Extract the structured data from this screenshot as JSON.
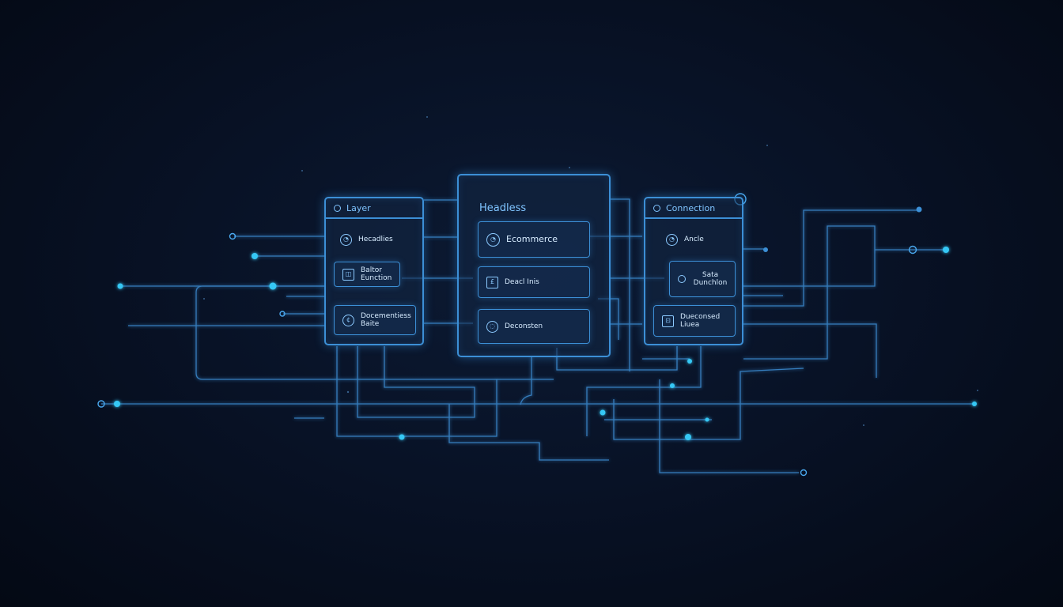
{
  "diagram": {
    "left_panel": {
      "title": "Layer",
      "items": [
        "Hecadlies",
        "Baltor Eunction",
        "Docementiess Baite"
      ]
    },
    "center_panel": {
      "title": "Headless",
      "items": [
        "Ecommerce",
        "Deacl Inis",
        "Deconsten"
      ]
    },
    "right_panel": {
      "title": "Connection",
      "items": [
        "Ancle",
        "Sata Dunchlon",
        "Dueconsed Liuea"
      ]
    },
    "colors": {
      "line": "#3c8fd6",
      "glow_node": "#35c8f5",
      "background": "#060d1e"
    },
    "icons": [
      "clock-icon",
      "cube-icon",
      "document-icon",
      "cart-icon",
      "dollar-icon",
      "circle-icon"
    ]
  }
}
